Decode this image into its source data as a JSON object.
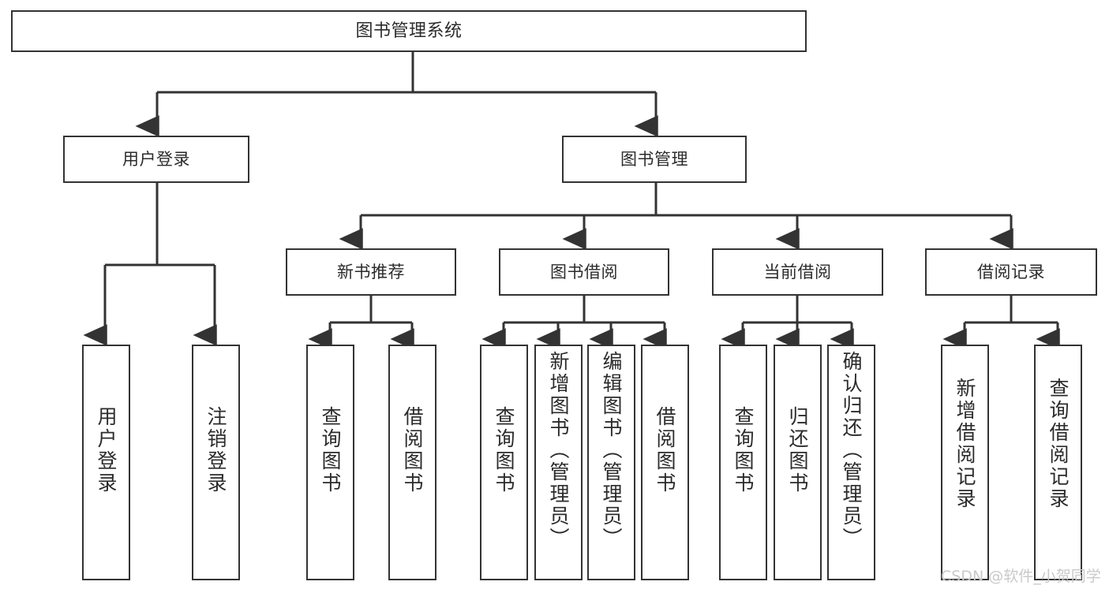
{
  "diagram": {
    "title": "图书管理系统",
    "type": "tree-hierarchy-chart",
    "colors": {
      "stroke": "#333333",
      "fill": "#ffffff",
      "text": "#2b2b2b",
      "watermark": "#c9c9c9"
    },
    "nodes": {
      "root": {
        "label": "图书管理系统"
      },
      "level1": [
        {
          "label": "用户登录"
        },
        {
          "label": "图书管理"
        }
      ],
      "level2": [
        {
          "label": "新书推荐"
        },
        {
          "label": "图书借阅"
        },
        {
          "label": "当前借阅"
        },
        {
          "label": "借阅记录"
        }
      ],
      "leaves_user_login": [
        {
          "label": "用户登录"
        },
        {
          "label": "注销登录"
        }
      ],
      "leaves_new_book": [
        {
          "label": "查询图书"
        },
        {
          "label": "借阅图书"
        }
      ],
      "leaves_borrow": [
        {
          "label": "查询图书"
        },
        {
          "label": "新增图书（管理员）"
        },
        {
          "label": "编辑图书（管理员）"
        },
        {
          "label": "借阅图书"
        }
      ],
      "leaves_current": [
        {
          "label": "查询图书"
        },
        {
          "label": "归还图书"
        },
        {
          "label": "确认归还（管理员）"
        }
      ],
      "leaves_record": [
        {
          "label": "新增借阅记录"
        },
        {
          "label": "查询借阅记录"
        }
      ]
    },
    "watermark": "CSDN @软件_小贺同学"
  }
}
